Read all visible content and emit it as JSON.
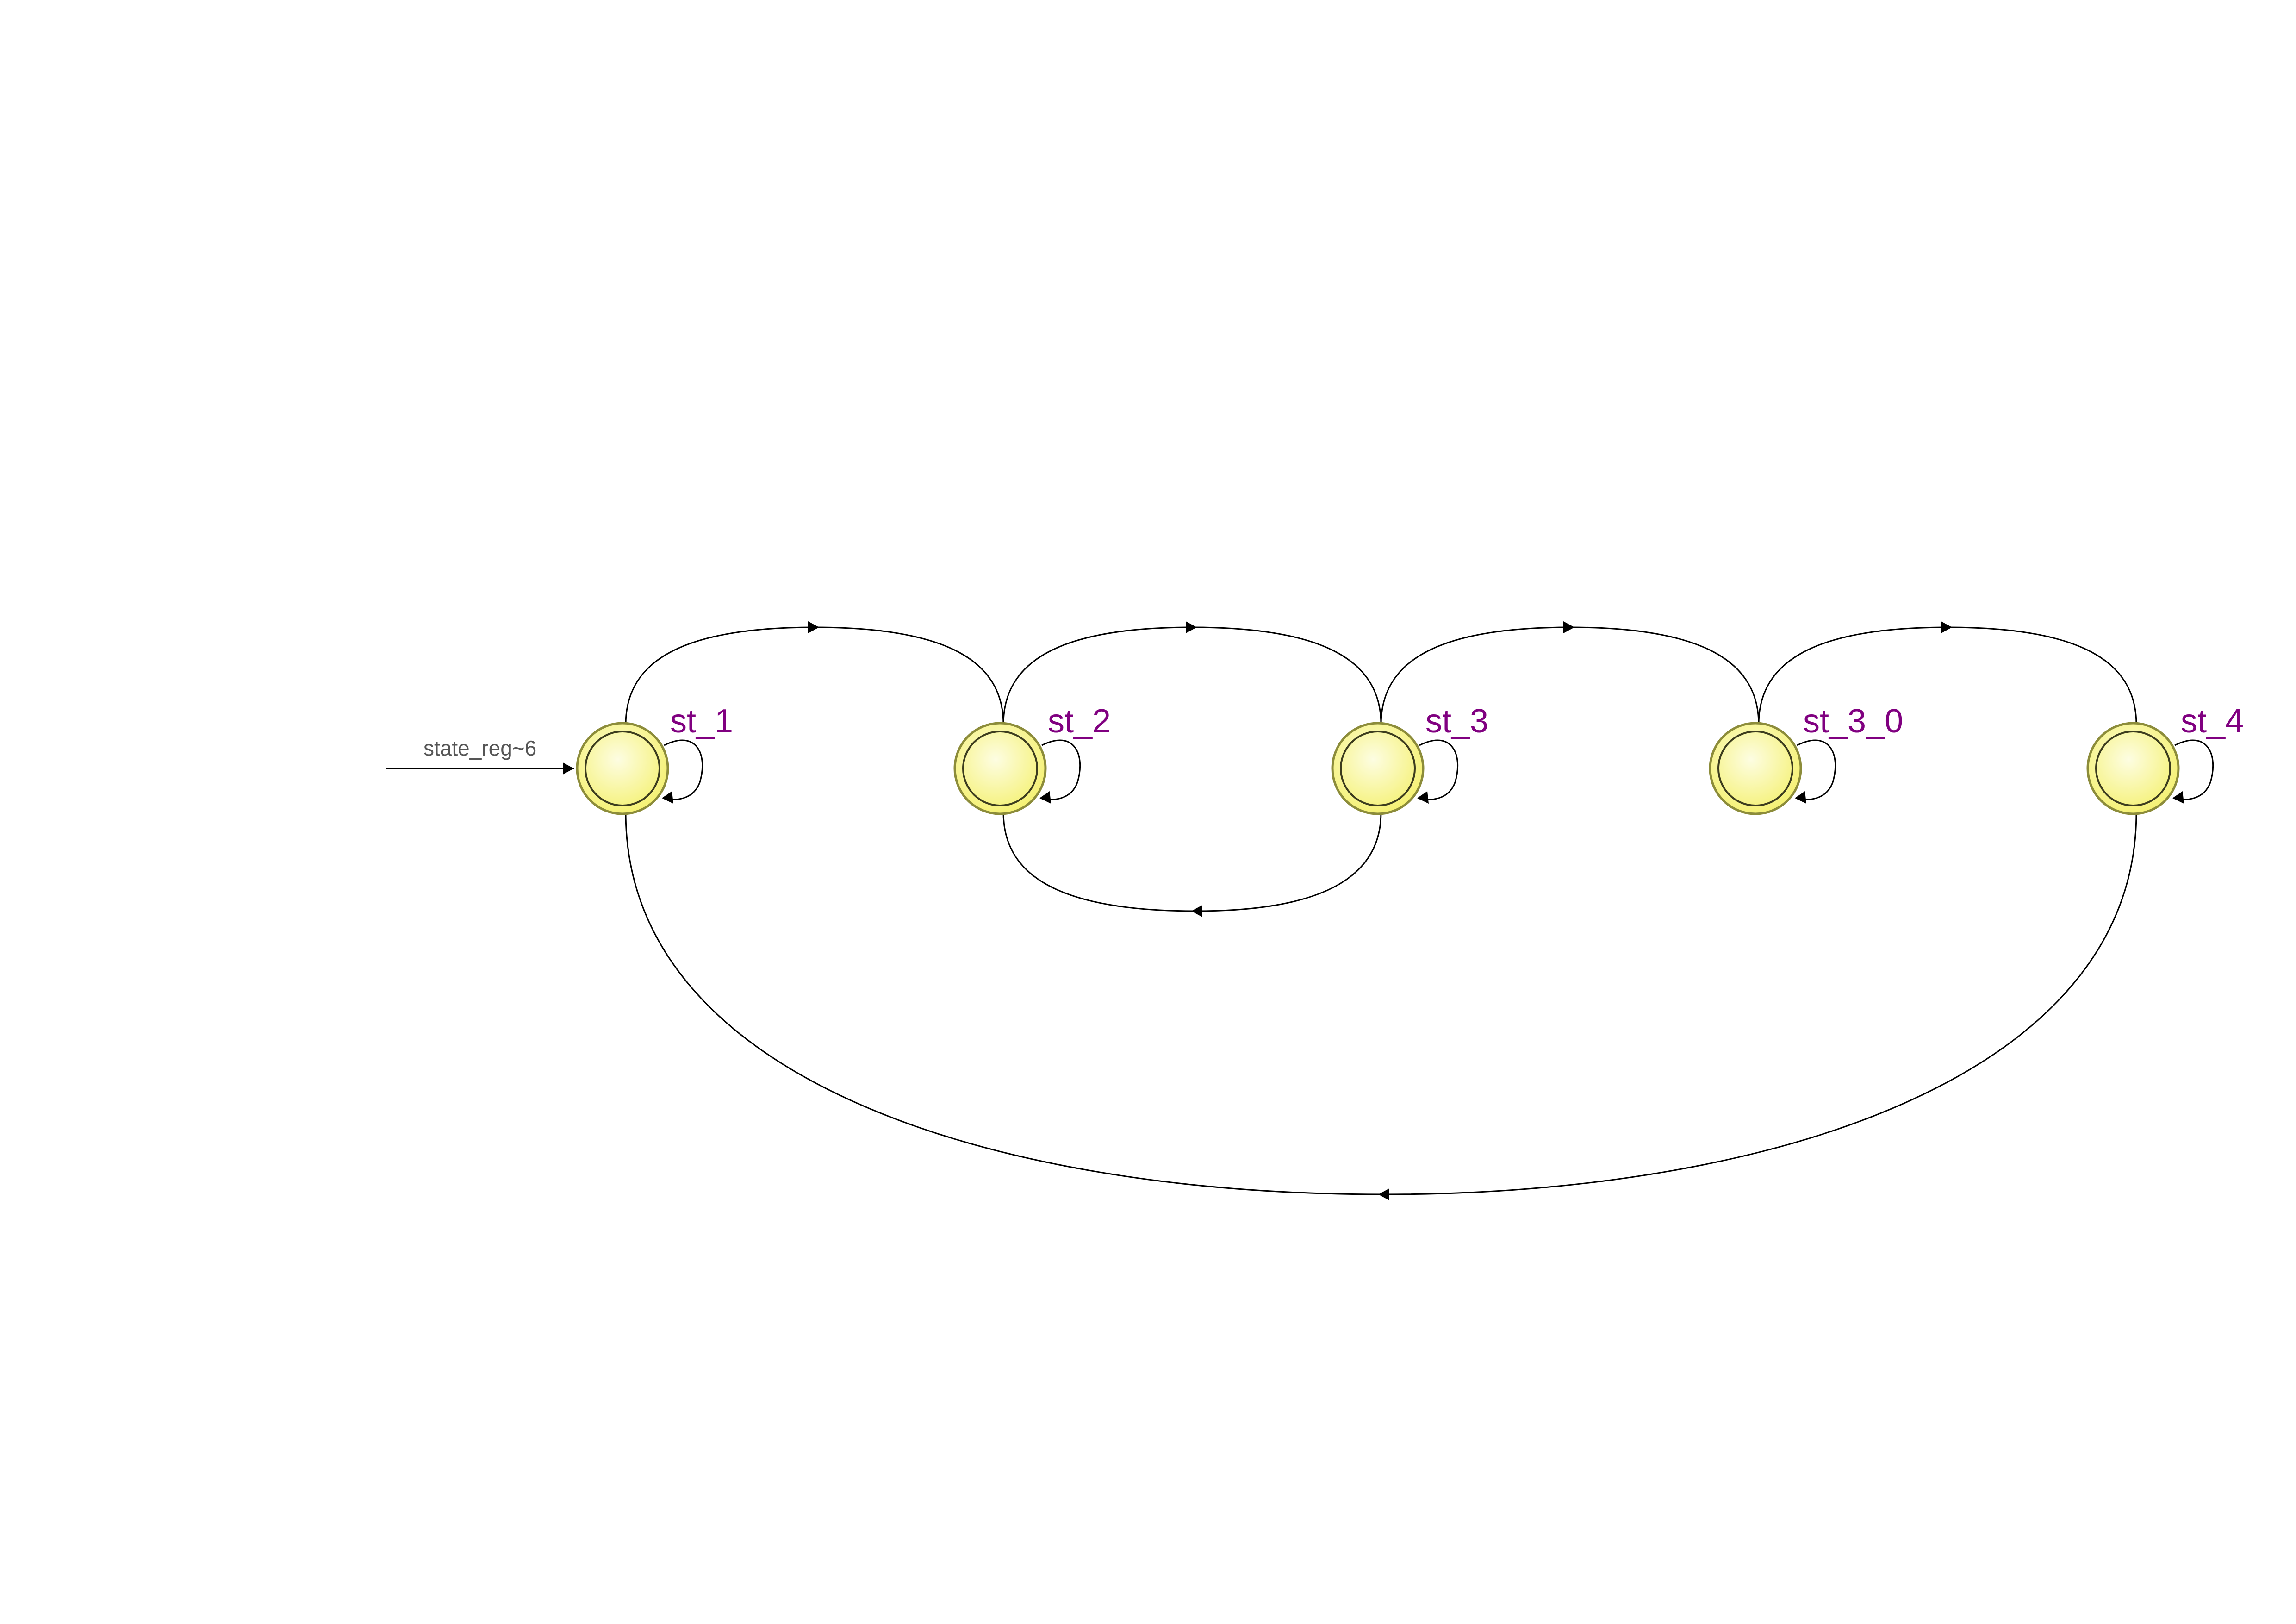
{
  "diagram": {
    "reset_label": "state_reg~6",
    "colors": {
      "state_fill_center": "#fdfde2",
      "state_fill_edge": "#f4f06a",
      "label": "#800080",
      "edge": "#000000",
      "reset_text": "#555555"
    },
    "states": [
      {
        "id": "st_1",
        "label": "st_1"
      },
      {
        "id": "st_2",
        "label": "st_2"
      },
      {
        "id": "st_3",
        "label": "st_3"
      },
      {
        "id": "st_3_0",
        "label": "st_3_0"
      },
      {
        "id": "st_4",
        "label": "st_4"
      }
    ],
    "transitions": [
      {
        "from": "st_1",
        "to": "st_1"
      },
      {
        "from": "st_2",
        "to": "st_2"
      },
      {
        "from": "st_3",
        "to": "st_3"
      },
      {
        "from": "st_3_0",
        "to": "st_3_0"
      },
      {
        "from": "st_4",
        "to": "st_4"
      },
      {
        "from": "st_1",
        "to": "st_2"
      },
      {
        "from": "st_2",
        "to": "st_3"
      },
      {
        "from": "st_3",
        "to": "st_3_0"
      },
      {
        "from": "st_3_0",
        "to": "st_4"
      },
      {
        "from": "st_3",
        "to": "st_2"
      },
      {
        "from": "st_4",
        "to": "st_1"
      }
    ]
  }
}
